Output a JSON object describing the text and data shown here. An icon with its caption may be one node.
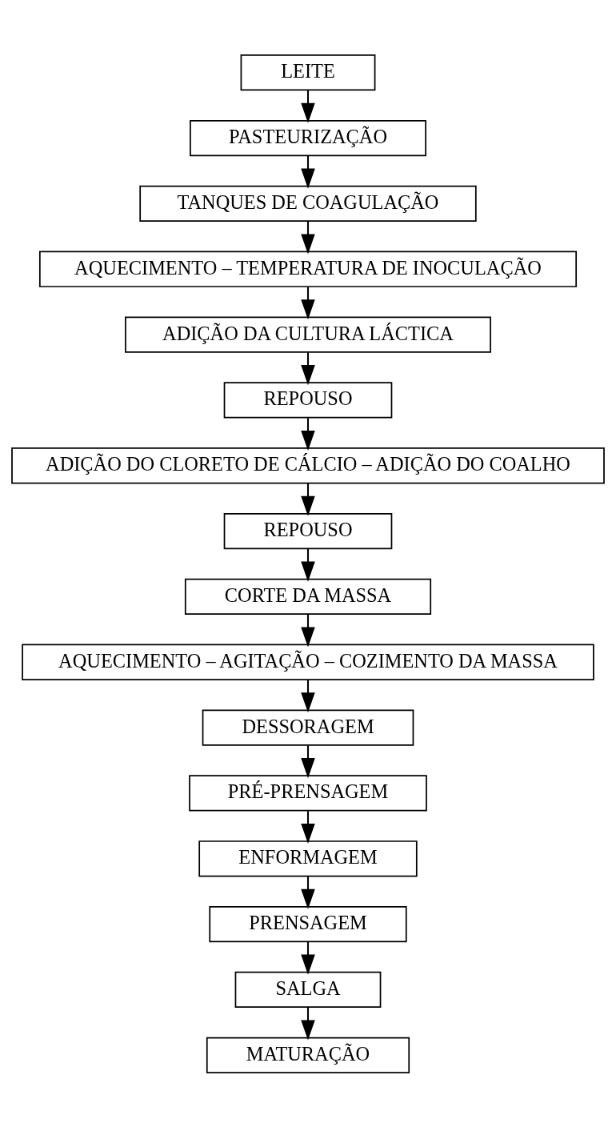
{
  "diagram": {
    "nodes": [
      {
        "text": [
          "LEITE"
        ]
      },
      {
        "text": [
          "PASTEURIZAÇÃO"
        ]
      },
      {
        "text": [
          "TANQUES DE COAGULAÇÃO"
        ]
      },
      {
        "text": [
          "AQUECIMENTO – TEMPERATURA DE INOCULAÇÃO"
        ]
      },
      {
        "text": [
          "ADIÇÃO DA CULTURA LÁCTICA"
        ]
      },
      {
        "text": [
          "REPOUSO"
        ]
      },
      {
        "text": [
          "ADIÇÃO DO CLORETO DE CÁLCIO – ADIÇÃO DO COALHO"
        ]
      },
      {
        "text": [
          "REPOUSO"
        ]
      },
      {
        "text": [
          "CORTE DA MASSA"
        ]
      },
      {
        "text": [
          "AQUECIMENTO – AGITAÇÃO – COZIMENTO DA MASSA"
        ]
      },
      {
        "text": [
          "DESSORAGEM"
        ]
      },
      {
        "text": [
          "PRÉ-PRENSAGEM"
        ]
      },
      {
        "text": [
          "ENFORMAGEM"
        ]
      },
      {
        "text": [
          "PRENSAGEM"
        ]
      },
      {
        "text": [
          "SALGA"
        ]
      },
      {
        "text": [
          "MATURAÇÃO"
        ]
      }
    ],
    "edges": [
      {
        "from": 0,
        "to": 1,
        "arrow": "to"
      },
      {
        "from": 1,
        "to": 2,
        "arrow": "to"
      },
      {
        "from": 2,
        "to": 3,
        "arrow": "to"
      },
      {
        "from": 3,
        "to": 4,
        "arrow": "to"
      },
      {
        "from": 4,
        "to": 5,
        "arrow": "to"
      },
      {
        "from": 5,
        "to": 6,
        "arrow": "to"
      },
      {
        "from": 6,
        "to": 7,
        "arrow": "to"
      },
      {
        "from": 7,
        "to": 8,
        "arrow": "to"
      },
      {
        "from": 8,
        "to": 9,
        "arrow": "to"
      },
      {
        "from": 9,
        "to": 10,
        "arrow": "to"
      },
      {
        "from": 10,
        "to": 11,
        "arrow": "to"
      },
      {
        "from": 11,
        "to": 12,
        "arrow": "to"
      },
      {
        "from": 12,
        "to": 13,
        "arrow": "to"
      },
      {
        "from": 13,
        "to": 14,
        "arrow": "to"
      },
      {
        "from": 14,
        "to": 15,
        "arrow": "to"
      }
    ]
  }
}
